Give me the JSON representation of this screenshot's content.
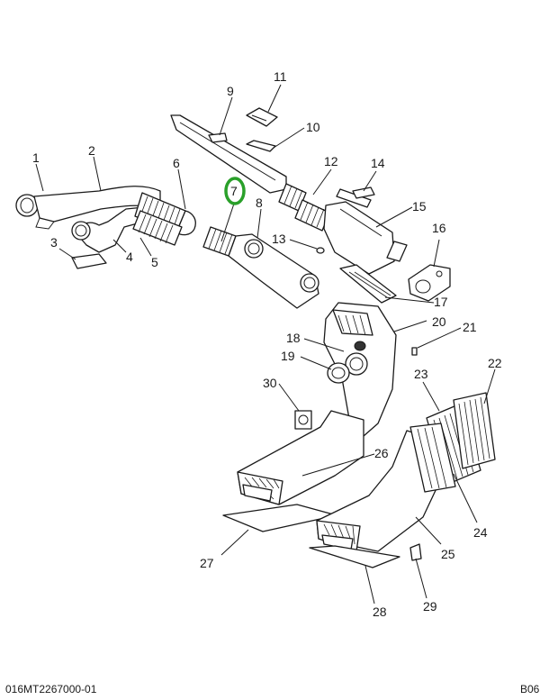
{
  "diagram": {
    "callouts": [
      {
        "id": "1",
        "label": "1"
      },
      {
        "id": "2",
        "label": "2"
      },
      {
        "id": "3",
        "label": "3"
      },
      {
        "id": "4",
        "label": "4"
      },
      {
        "id": "5",
        "label": "5"
      },
      {
        "id": "6",
        "label": "6"
      },
      {
        "id": "7",
        "label": "7"
      },
      {
        "id": "8",
        "label": "8"
      },
      {
        "id": "9",
        "label": "9"
      },
      {
        "id": "10",
        "label": "10"
      },
      {
        "id": "11",
        "label": "11"
      },
      {
        "id": "12",
        "label": "12"
      },
      {
        "id": "13",
        "label": "13"
      },
      {
        "id": "14",
        "label": "14"
      },
      {
        "id": "15",
        "label": "15"
      },
      {
        "id": "16",
        "label": "16"
      },
      {
        "id": "17",
        "label": "17"
      },
      {
        "id": "18",
        "label": "18"
      },
      {
        "id": "19",
        "label": "19"
      },
      {
        "id": "20",
        "label": "20"
      },
      {
        "id": "21",
        "label": "21"
      },
      {
        "id": "22",
        "label": "22"
      },
      {
        "id": "23",
        "label": "23"
      },
      {
        "id": "24",
        "label": "24"
      },
      {
        "id": "25",
        "label": "25"
      },
      {
        "id": "26",
        "label": "26"
      },
      {
        "id": "27",
        "label": "27"
      },
      {
        "id": "28",
        "label": "28"
      },
      {
        "id": "29",
        "label": "29"
      },
      {
        "id": "30",
        "label": "30"
      }
    ],
    "highlighted_callout": "7",
    "highlight_color": "#2aa02a",
    "line_color": "#1a1a1a"
  },
  "footer": {
    "drawing_number": "016MT2267000-01",
    "sheet_code": "B06"
  }
}
